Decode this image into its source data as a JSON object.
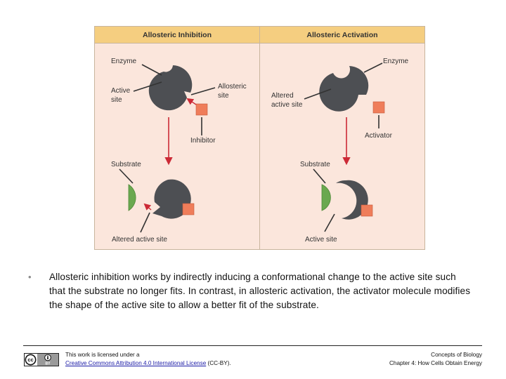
{
  "figure": {
    "left_panel": {
      "heading": "Allosteric Inhibition",
      "labels": {
        "enzyme": "Enzyme",
        "active_site_1": "Active",
        "active_site_2": "site",
        "allosteric_site_1": "Allosteric",
        "allosteric_site_2": "site",
        "inhibitor": "Inhibitor",
        "substrate": "Substrate",
        "altered_active_site": "Altered active site"
      }
    },
    "right_panel": {
      "heading": "Allosteric Activation",
      "labels": {
        "enzyme": "Enzyme",
        "altered_active_site_1": "Altered",
        "altered_active_site_2": "active site",
        "activator": "Activator",
        "substrate": "Substrate",
        "active_site": "Active site"
      }
    },
    "colors": {
      "header_bg": "#f5ce80",
      "panel_bg": "#fbe6dc",
      "border": "#c8b59d",
      "enzyme": "#4d4f53",
      "effector": "#ef7d5a",
      "substrate": "#6aa84f",
      "arrow": "#cc2a36"
    }
  },
  "bullet_char": "•",
  "body_text": "Allosteric inhibition works by indirectly inducing a conformational change to the active site such that the substrate no longer fits. In contrast, in allosteric activation, the activator molecule modifies the shape of the active site to allow a better fit of the substrate.",
  "footer": {
    "cc_icon_label": "cc",
    "cc_by_label": "BY",
    "license_line1": "This work is licensed under a",
    "license_link": "Creative Commons Attribution 4.0 International License",
    "license_suffix": " (CC-BY).",
    "credit_line1": "Concepts of Biology",
    "credit_line2": "Chapter 4: How Cells Obtain Energy"
  }
}
